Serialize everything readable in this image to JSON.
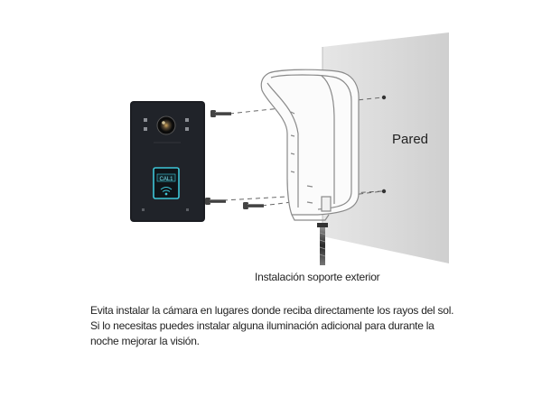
{
  "labels": {
    "wall": "Pared",
    "bracket": "Instalación soporte exterior"
  },
  "card_reader_text": "CAL1",
  "note_lines": [
    "Evita instalar la cámara en lugares donde reciba directamente los rayos del sol.",
    "Si lo necesitas puedes instalar alguna iluminación adicional para durante la",
    "noche mejorar la visión."
  ],
  "colors": {
    "wall": "#dcdcdc",
    "device_body": "#1b1d22",
    "reader_glow": "#3ec6d8",
    "outline": "#8a8a8a"
  }
}
